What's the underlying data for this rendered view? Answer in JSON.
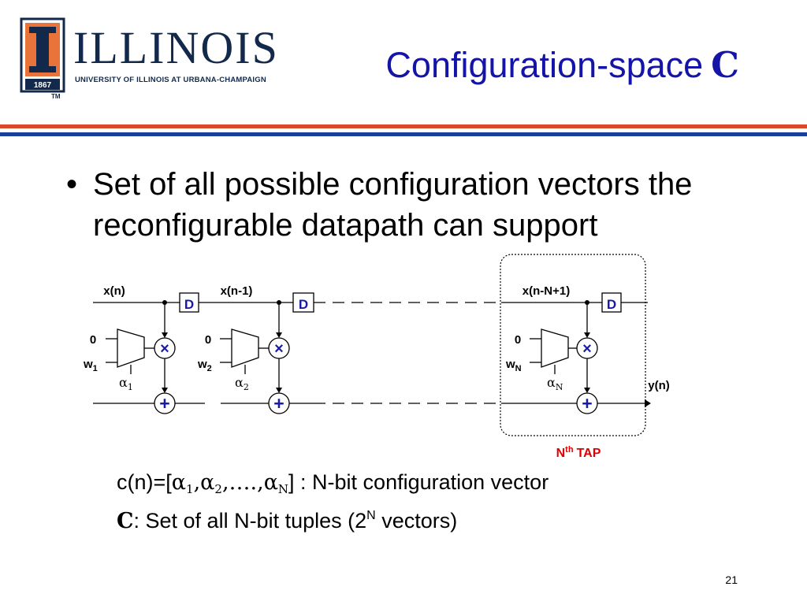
{
  "logo": {
    "wordmark": "ILLINOIS",
    "subtitle": "UNIVERSITY OF ILLINOIS AT URBANA-CHAMPAIGN",
    "year": "1867",
    "tm": "TM"
  },
  "title": {
    "text": "Configuration-space",
    "symbol": "C"
  },
  "bullet": {
    "marker": "•",
    "text": "Set of all possible configuration vectors the reconfigurable datapath can support"
  },
  "diagram": {
    "labels": {
      "x_n": "x(n)",
      "x_n_1": "x(n-1)",
      "x_n_N_1": "x(n-N+1)",
      "y_n": "y(n)"
    },
    "delay_label": "D",
    "zero_label": "0",
    "multiply_glyph": "×",
    "add_glyph": "+",
    "taps": [
      {
        "weight": "w",
        "weight_sub": "1",
        "alpha": "α",
        "alpha_sub": "1"
      },
      {
        "weight": "w",
        "weight_sub": "2",
        "alpha": "α",
        "alpha_sub": "2"
      },
      {
        "weight": "w",
        "weight_sub": "N",
        "alpha": "α",
        "alpha_sub": "N"
      }
    ],
    "nth_tap": {
      "n": "N",
      "sup": "th",
      "label": "TAP"
    },
    "colors": {
      "operator": "#1a1aa8",
      "highlight": "#e00000",
      "line": "#000000"
    }
  },
  "config": {
    "line1_prefix": "c(n)=[",
    "alpha": "α",
    "sub1": "1",
    "sub2": "2",
    "subN": "N",
    "comma": ",",
    "ellipsis": ",….,",
    "line1_suffix": "] : N-bit configuration vector",
    "line2_symbol": "C",
    "line2_text": ": Set of all N-bit tuples (2",
    "line2_sup": "N",
    "line2_end": " vectors)"
  },
  "page_number": "21"
}
